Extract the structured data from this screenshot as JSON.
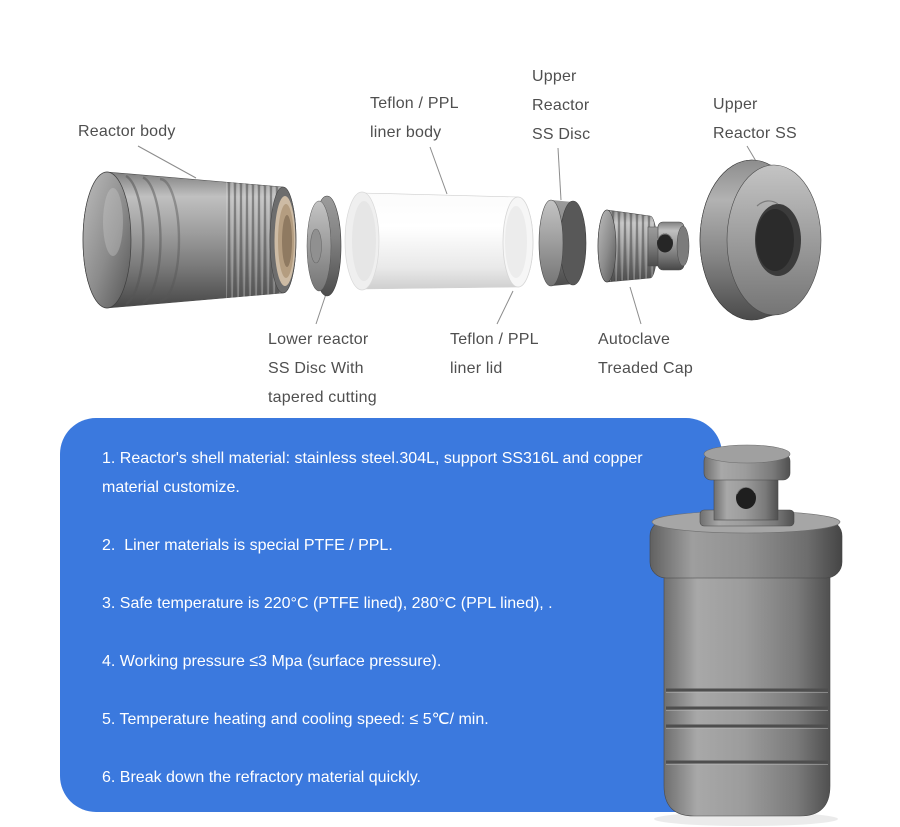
{
  "diagram": {
    "labels": {
      "reactor_body": {
        "lines": [
          "Reactor body"
        ]
      },
      "liner_body": {
        "lines": [
          "Teflon / PPL",
          "liner body"
        ]
      },
      "upper_ss_disc": {
        "lines": [
          "Upper",
          "Reactor",
          "SS Disc"
        ]
      },
      "upper_reactor_ss": {
        "lines": [
          "Upper",
          "Reactor SS"
        ]
      },
      "lower_ss_disc": {
        "lines": [
          "Lower reactor",
          "SS Disc With",
          "tapered cutting"
        ]
      },
      "liner_lid": {
        "lines": [
          "Teflon / PPL",
          "liner lid"
        ]
      },
      "autoclave_cap": {
        "lines": [
          "Autoclave",
          "Treaded Cap"
        ]
      }
    },
    "parts": [
      "reactor-body",
      "lower-reactor-ss-disc",
      "teflon-ppl-liner-body",
      "teflon-ppl-liner-lid",
      "upper-reactor-ss-disc",
      "autoclave-threaded-cap",
      "upper-reactor-ss"
    ]
  },
  "specs": {
    "items": [
      "1. Reactor's shell material: stainless steel.304L, support SS316L and copper material customize.",
      "2.  Liner materials is special PTFE / PPL.",
      "3. Safe temperature is 220°C (PTFE lined), 280°C (PPL lined), .",
      "4. Working pressure ≤3 Mpa (surface pressure).",
      "5. Temperature heating and cooling speed: ≤ 5℃/ min.",
      "6. Break down the refractory material quickly."
    ]
  },
  "colors": {
    "info_box": "#3b79de",
    "label_text": "#4f4f4f",
    "spec_text": "#ffffff",
    "metal_dark": "#4f4f4f",
    "metal_light": "#b8b8b8",
    "liner_white": "#f6f6f6",
    "inner_tan": "#cdbba4"
  }
}
